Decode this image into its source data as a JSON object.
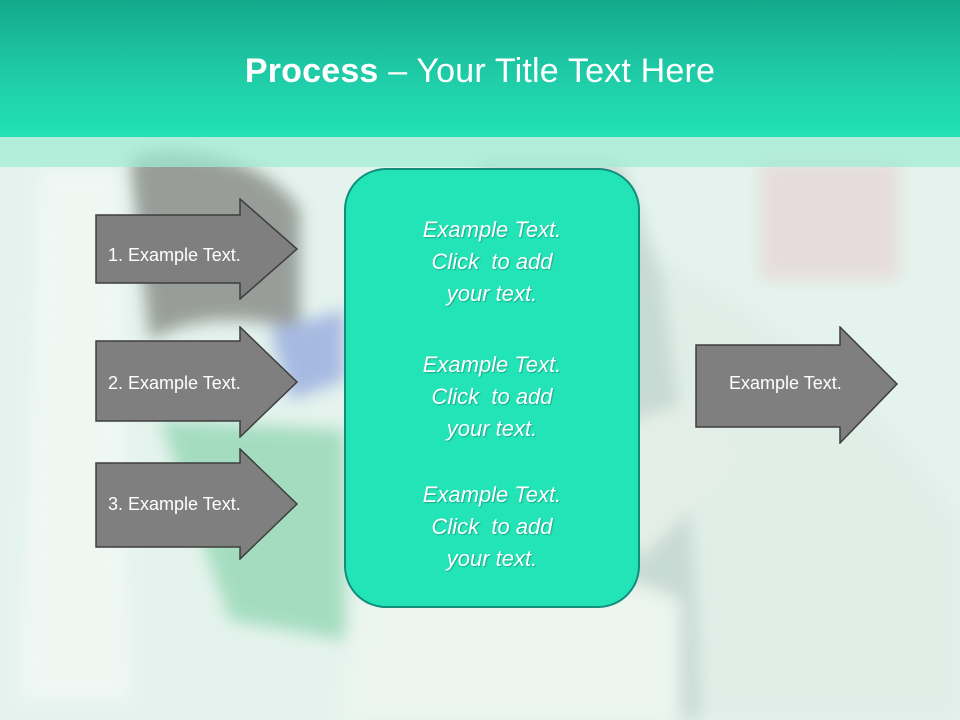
{
  "title": {
    "bold": "Process",
    "dash": " – ",
    "rest": "Your Title Text Here"
  },
  "left_items": [
    "1. Example Text.",
    "2. Example Text.",
    "3. Example Text."
  ],
  "center": [
    {
      "l1": "Example Text.",
      "l2": "Click  to add",
      "l3": "your text."
    },
    {
      "l1": "Example Text.",
      "l2": "Click  to add",
      "l3": "your text."
    },
    {
      "l1": "Example Text.",
      "l2": "Click  to add",
      "l3": "your text."
    }
  ],
  "right_item": "Example Text.",
  "colors": {
    "accent": "#22e4b7",
    "header": "#1fcca7",
    "arrow": "#7f7f7f"
  }
}
